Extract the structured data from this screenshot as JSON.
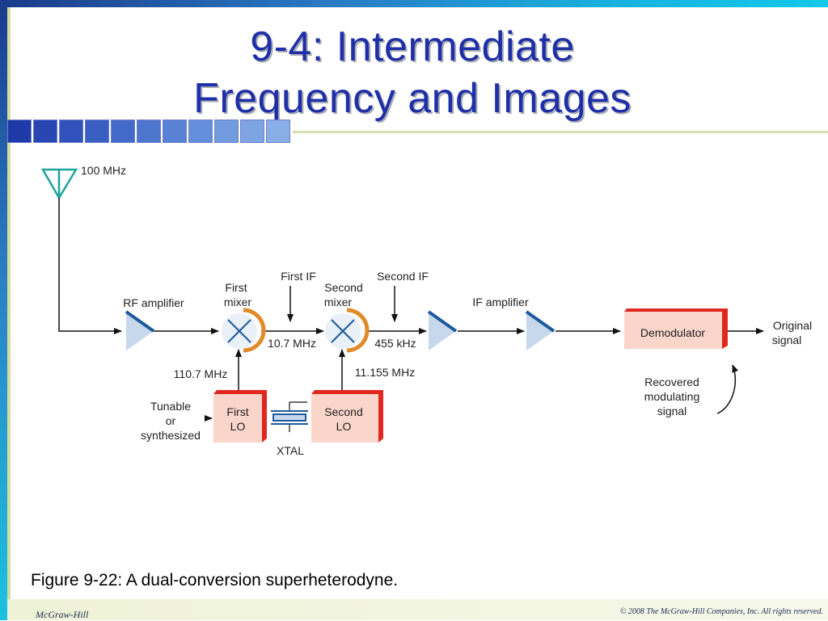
{
  "slide": {
    "title_line1": "9-4: Intermediate",
    "title_line2": "Frequency and Images",
    "caption": "Figure 9-22: A dual-conversion superheterodyne.",
    "footer_left": "McGraw-Hill",
    "footer_right": "© 2008 The McGraw-Hill Companies, Inc. All rights reserved."
  },
  "colors": {
    "title": "#1f2fa8",
    "accent_blue": "#1e5a9c",
    "block_fill": "#f9d5ca",
    "block_red": "#e02820",
    "mixer_orange": "#e08a2a",
    "antenna": "#1fa39a",
    "square_gradient": [
      "#1f3aa8",
      "#8da9e6"
    ]
  },
  "diagram": {
    "antenna_label": "100 MHz",
    "rf_amp": "RF amplifier",
    "first_mixer": [
      "First",
      "mixer"
    ],
    "first_if": "First IF",
    "second_if": "Second IF",
    "second_mixer": [
      "Second",
      "mixer"
    ],
    "if_amp": "IF amplifier",
    "first_if_freq": "10.7 MHz",
    "second_if_freq": "455 kHz",
    "demodulator": "Demodulator",
    "output": [
      "Original",
      "signal"
    ],
    "recovered": [
      "Recovered",
      "modulating",
      "signal"
    ],
    "lo1_freq": "110.7 MHz",
    "lo2_freq": "11.155 MHz",
    "tunable": [
      "Tunable",
      "or",
      "synthesized"
    ],
    "first_lo": [
      "First",
      "LO"
    ],
    "second_lo": [
      "Second",
      "LO"
    ],
    "xtal": "XTAL"
  }
}
